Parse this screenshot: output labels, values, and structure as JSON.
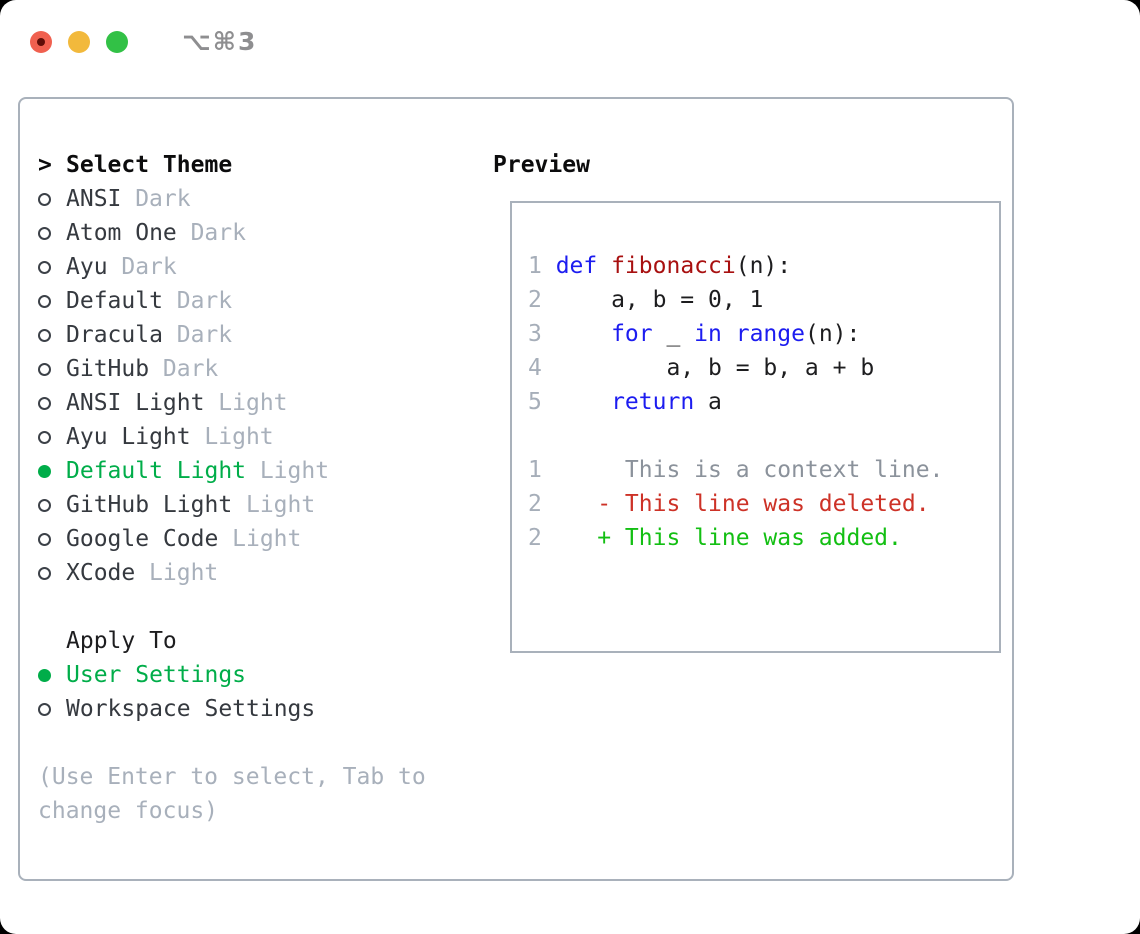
{
  "titlebar": {
    "title": "⌥⌘3"
  },
  "colors": {
    "code_fg": "#1d1d1f",
    "keyword": "#1c1cf0",
    "function": "#a81010",
    "line_number": "#a6aeb9",
    "context": "#8b929b",
    "deleted": "#cd3227",
    "added": "#13bf13",
    "selected_green": "#00ad49",
    "muted": "#a8b0bb",
    "text_dark": "#35393f",
    "heading": "#0c0c0d",
    "border": "#a9b1bb",
    "title_gray": "#8e8e90",
    "light_red": "#f0604f",
    "light_red_dot": "#5f0d07",
    "light_yellow": "#f2b93c",
    "light_green": "#32c146"
  },
  "picker": {
    "prompt": ">",
    "title": "Select Theme",
    "themes": [
      {
        "name": "ANSI",
        "variant": "Dark",
        "selected": false
      },
      {
        "name": "Atom One",
        "variant": "Dark",
        "selected": false
      },
      {
        "name": "Ayu",
        "variant": "Dark",
        "selected": false
      },
      {
        "name": "Default",
        "variant": "Dark",
        "selected": false
      },
      {
        "name": "Dracula",
        "variant": "Dark",
        "selected": false
      },
      {
        "name": "GitHub",
        "variant": "Dark",
        "selected": false
      },
      {
        "name": "ANSI Light",
        "variant": "Light",
        "selected": false
      },
      {
        "name": "Ayu Light",
        "variant": "Light",
        "selected": false
      },
      {
        "name": "Default Light",
        "variant": "Light",
        "selected": true
      },
      {
        "name": "GitHub Light",
        "variant": "Light",
        "selected": false
      },
      {
        "name": "Google Code",
        "variant": "Light",
        "selected": false
      },
      {
        "name": "XCode",
        "variant": "Light",
        "selected": false
      }
    ],
    "apply_to": {
      "title": "Apply To",
      "options": [
        {
          "name": "User Settings",
          "selected": true
        },
        {
          "name": "Workspace Settings",
          "selected": false
        }
      ]
    },
    "help_lines": [
      "(Use Enter to select, Tab to",
      "change focus)"
    ]
  },
  "preview": {
    "title": "Preview",
    "lines": [
      {
        "num": "1",
        "segments": [
          {
            "text": "def",
            "color": "keyword"
          },
          {
            "text": " ",
            "color": "code_fg"
          },
          {
            "text": "fibonacci",
            "color": "function"
          },
          {
            "text": "(n):",
            "color": "code_fg"
          }
        ]
      },
      {
        "num": "2",
        "segments": [
          {
            "text": "    a, b = 0, 1",
            "color": "code_fg"
          }
        ]
      },
      {
        "num": "3",
        "segments": [
          {
            "text": "    ",
            "color": "code_fg"
          },
          {
            "text": "for",
            "color": "keyword"
          },
          {
            "text": " _ ",
            "color": "code_fg"
          },
          {
            "text": "in",
            "color": "keyword"
          },
          {
            "text": " ",
            "color": "code_fg"
          },
          {
            "text": "range",
            "color": "keyword"
          },
          {
            "text": "(n):",
            "color": "code_fg"
          }
        ]
      },
      {
        "num": "4",
        "segments": [
          {
            "text": "        a, b = b, a + b",
            "color": "code_fg"
          }
        ]
      },
      {
        "num": "5",
        "segments": [
          {
            "text": "    ",
            "color": "code_fg"
          },
          {
            "text": "return",
            "color": "keyword"
          },
          {
            "text": " a",
            "color": "code_fg"
          }
        ]
      },
      {
        "num": "",
        "segments": []
      },
      {
        "num": "1",
        "segments": [
          {
            "text": "     This is a context line.",
            "color": "context"
          }
        ]
      },
      {
        "num": "2",
        "segments": [
          {
            "text": "   - This line was deleted.",
            "color": "deleted"
          }
        ]
      },
      {
        "num": "2",
        "segments": [
          {
            "text": "   + This line was added.",
            "color": "added"
          }
        ]
      }
    ]
  }
}
